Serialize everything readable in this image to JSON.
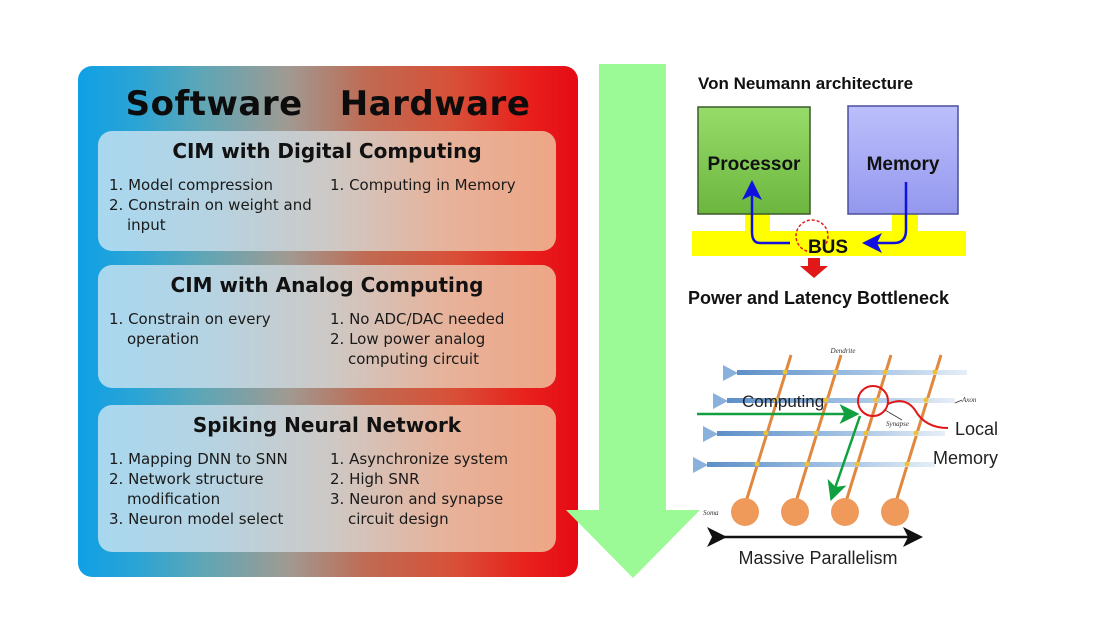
{
  "panel": {
    "title": "Software   Hardware",
    "sections": [
      {
        "title": "CIM with Digital Computing",
        "software": [
          "1. Model compression",
          "2. Constrain on weight and input"
        ],
        "hardware": [
          "1. Computing in Memory"
        ]
      },
      {
        "title": "CIM with Analog Computing",
        "software": [
          "1. Constrain on every operation"
        ],
        "hardware": [
          "1. No ADC/DAC needed",
          "2. Low power analog computing circuit"
        ]
      },
      {
        "title": "Spiking Neural Network",
        "software": [
          "1. Mapping DNN to SNN",
          "2. Network structure modification",
          "3. Neuron model select"
        ],
        "hardware": [
          "1. Asynchronize system",
          "2. High SNR",
          "3. Neuron and synapse circuit design"
        ]
      }
    ]
  },
  "von_neumann": {
    "title": "Von Neumann architecture",
    "processor": "Processor",
    "memory": "Memory",
    "bus": "BUS",
    "bottleneck": "Power and Latency Bottleneck"
  },
  "neural": {
    "dendrite": "Dendrite",
    "axon": "Axon",
    "synapse": "Synapse",
    "soma": "Soma",
    "computing": "Computing",
    "local": "Local",
    "memory": "Memory",
    "parallelism": "Massive Parallelism"
  },
  "colors": {
    "green_arrow": "#9cfa96",
    "processor": "#7ec850",
    "memory": "#a8acf4",
    "bus": "#ffff00",
    "soma": "#ef9a5a"
  }
}
